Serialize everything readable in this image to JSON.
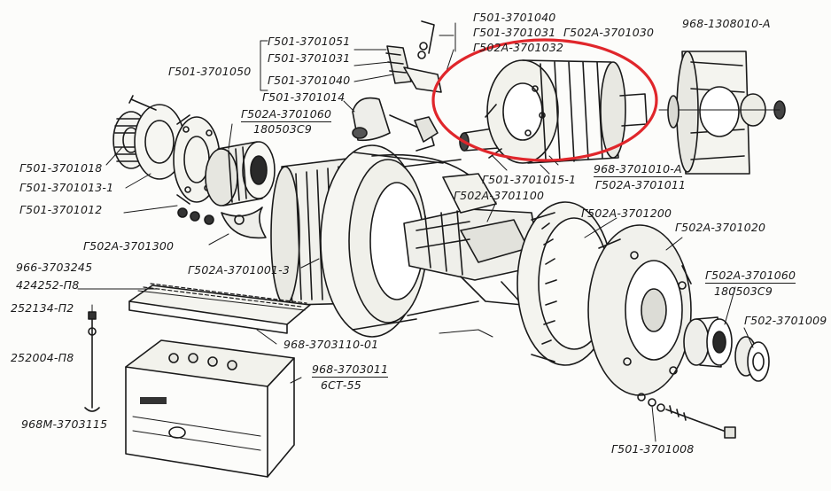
{
  "highlight_color": "#e0262b",
  "ink_color": "#1a1a1a",
  "labels": {
    "p1": "Г501-3701040",
    "p2": "Г501-3701031",
    "p3": "Г502А-3701032",
    "p4": "Г502А-3701030",
    "p5": "968-1308010-А",
    "p6": "Г501-3701051",
    "p7": "Г501-3701031",
    "p8": "Г501-3701050",
    "p9": "Г501-3701040",
    "p10": "Г501-3701014",
    "p11": "Г502А-3701060",
    "p12": "180503С9",
    "p13": "Г501-3701018",
    "p14": "Г501-3701013-1",
    "p15": "Г501-3701012",
    "p16": "Г501-3701015-1",
    "p17": "968-3701010-А",
    "p18": "Г502А-3701011",
    "p19": "Г502А-3701100",
    "p20": "Г502А-3701200",
    "p21": "Г502А-3701020",
    "p22": "Г502А-3701300",
    "p23": "966-3703245",
    "p24": "424252-П8",
    "p25": "Г502А-3701001-3",
    "p26": "Г502А-3701060",
    "p27": "180503С9",
    "p28": "Г502-3701009",
    "p29": "252134-П2",
    "p30": "252004-П8",
    "p31": "968-3703110-01",
    "p32": "968-3703011",
    "p33": "6СТ-55",
    "p34": "968М-3703115",
    "p35": "Г501-3701008"
  }
}
